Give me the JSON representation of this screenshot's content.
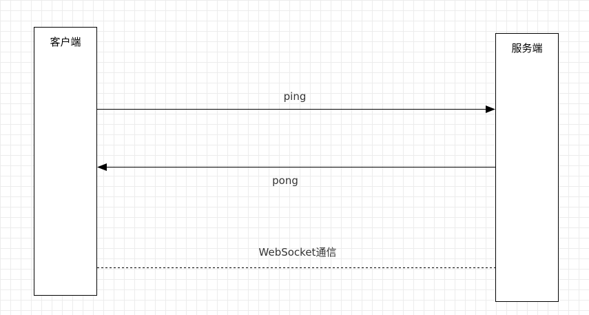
{
  "participants": {
    "client": {
      "label": "客户端"
    },
    "server": {
      "label": "服务端"
    }
  },
  "messages": {
    "ping": {
      "label": "ping",
      "direction": "client-to-server",
      "style": "solid"
    },
    "pong": {
      "label": "pong",
      "direction": "server-to-client",
      "style": "solid"
    },
    "websocket": {
      "label": "WebSocket通信",
      "style": "dashed"
    }
  },
  "colors": {
    "line": "#000000",
    "text": "#333333",
    "grid": "#ececec",
    "background": "#ffffff"
  }
}
